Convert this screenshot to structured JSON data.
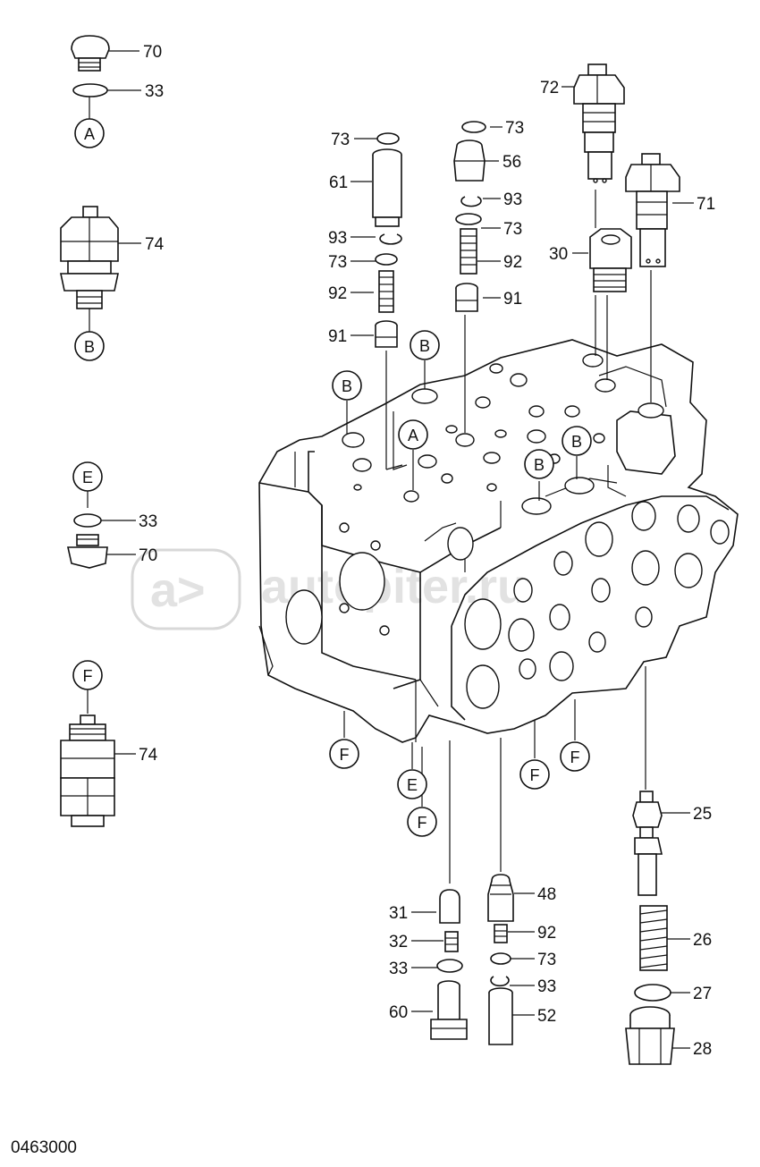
{
  "diagram": {
    "part_labels": {
      "p70a": "70",
      "p33a": "33",
      "p74a": "74",
      "p33b": "33",
      "p70b": "70",
      "p74b": "74",
      "p73a": "73",
      "p61": "61",
      "p93a": "93",
      "p73b": "73",
      "p92a": "92",
      "p91a": "91",
      "p73c": "73",
      "p56": "56",
      "p93b": "93",
      "p73d": "73",
      "p92b": "92",
      "p91b": "91",
      "p72": "72",
      "p71": "71",
      "p30": "30",
      "p25": "25",
      "p26": "26",
      "p27": "27",
      "p28": "28",
      "p31": "31",
      "p32": "32",
      "p33c": "33",
      "p60": "60",
      "p48": "48",
      "p92c": "92",
      "p73e": "73",
      "p93c": "93",
      "p52": "52"
    },
    "callouts": {
      "cA1": "A",
      "cB1": "B",
      "cE1": "E",
      "cF1": "F",
      "cB2": "B",
      "cB3": "B",
      "cA2": "A",
      "cB4": "B",
      "cB5": "B",
      "cF2": "F",
      "cE2": "E",
      "cF3": "F",
      "cF4": "F",
      "cF5": "F"
    },
    "drawing_code": "0463000",
    "watermark": "autopiter.ru"
  }
}
